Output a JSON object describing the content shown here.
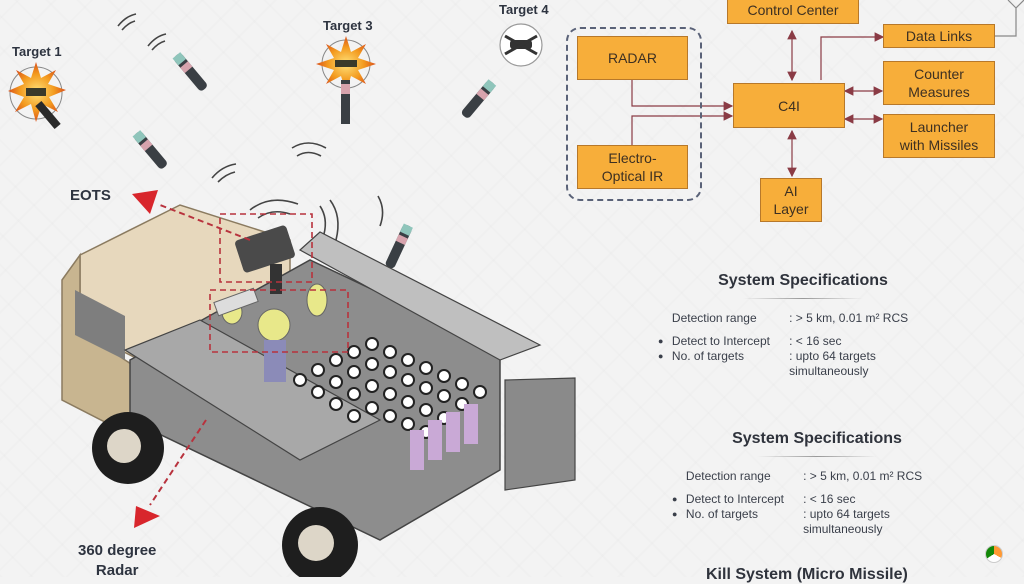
{
  "scene": {
    "targets": [
      {
        "id": "target-1",
        "label": "Target 1",
        "status": "destroyed"
      },
      {
        "id": "target-3",
        "label": "Target 3",
        "status": "destroyed"
      },
      {
        "id": "target-4",
        "label": "Target 4",
        "status": "tracked"
      }
    ],
    "callouts": {
      "eots": "EOTS",
      "radar_line1": "360 degree",
      "radar_line2": "Radar"
    }
  },
  "diagram": {
    "sensor_group": [
      "RADAR",
      "Electro-Optical IR"
    ],
    "nodes": {
      "control_center": "Control Center",
      "radar": "RADAR",
      "eo_ir_line1": "Electro-",
      "eo_ir_line2": "Optical IR",
      "c4i": "C4I",
      "data_links": "Data Links",
      "counter_line1": "Counter",
      "counter_line2": "Measures",
      "launcher_line1": "Launcher",
      "launcher_line2": "with Missiles",
      "ai_line1": "AI",
      "ai_line2": "Layer"
    },
    "edges": [
      {
        "from": "RADAR",
        "to": "C4I",
        "direction": "one-way"
      },
      {
        "from": "Electro-Optical IR",
        "to": "C4I",
        "direction": "one-way"
      },
      {
        "from": "C4I",
        "to": "Control Center",
        "direction": "two-way"
      },
      {
        "from": "C4I",
        "to": "Data Links",
        "direction": "one-way"
      },
      {
        "from": "C4I",
        "to": "Counter Measures",
        "direction": "two-way"
      },
      {
        "from": "C4I",
        "to": "Launcher with Missiles",
        "direction": "two-way"
      },
      {
        "from": "C4I",
        "to": "AI Layer",
        "direction": "two-way"
      }
    ],
    "colors": {
      "box_fill": "#f7ae3a",
      "box_border": "#b7782a",
      "arrow": "#8a3b45",
      "group_border": "#5a6278",
      "callout_arrow": "#d8262c"
    }
  },
  "specs": [
    {
      "title": "System Specifications",
      "rows": [
        {
          "bullet": false,
          "key": "Detection range",
          "value": ": > 5 km, 0.01 m² RCS"
        },
        {
          "bullet": true,
          "key": "Detect to Intercept",
          "value": ": < 16 sec"
        },
        {
          "bullet": true,
          "key": "No. of targets",
          "value": ": upto 64 targets simultaneously"
        }
      ]
    },
    {
      "title": "System Specifications",
      "rows": [
        {
          "bullet": false,
          "key": "Detection range",
          "value": ": > 5 km, 0.01 m² RCS"
        },
        {
          "bullet": true,
          "key": "Detect to Intercept",
          "value": ": < 16 sec"
        },
        {
          "bullet": true,
          "key": "No. of targets",
          "value": ": upto 64 targets simultaneously"
        }
      ]
    }
  ],
  "kill_system_title": "Kill System (Micro Missile)",
  "bullet_glyph": "●"
}
